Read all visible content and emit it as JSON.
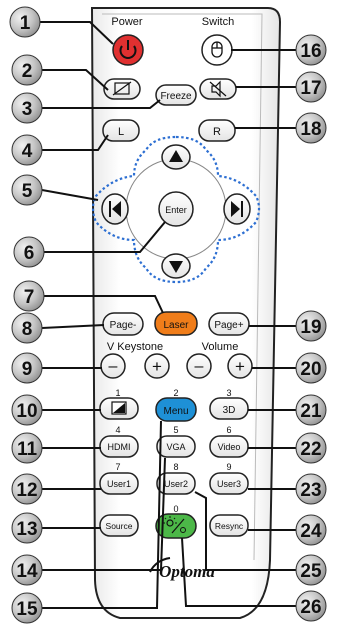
{
  "labels": {
    "power": "Power",
    "switch": "Switch",
    "vkeystone": "V Keystone",
    "volume": "Volume",
    "brand": "Optoma"
  },
  "buttons": {
    "freeze": "Freeze",
    "left": "L",
    "right": "R",
    "enter": "Enter",
    "page_down": "Page-",
    "laser": "Laser",
    "page_up": "Page+",
    "vk_minus": "–",
    "vk_plus": "+",
    "vol_minus": "–",
    "vol_plus": "+",
    "menu": "Menu",
    "three_d": "3D",
    "hdmi": "HDMI",
    "vga": "VGA",
    "video": "Video",
    "user1": "User1",
    "user2": "User2",
    "user3": "User3",
    "source": "Source",
    "resync": "Resync"
  },
  "keypad_numbers": [
    "1",
    "2",
    "3",
    "4",
    "5",
    "6",
    "7",
    "8",
    "9",
    "0"
  ],
  "callouts": [
    "1",
    "2",
    "3",
    "4",
    "5",
    "6",
    "7",
    "8",
    "9",
    "10",
    "11",
    "12",
    "13",
    "14",
    "15",
    "16",
    "17",
    "18",
    "19",
    "20",
    "21",
    "22",
    "23",
    "24",
    "25",
    "26"
  ],
  "colors": {
    "power_red": "#e03030",
    "laser_orange": "#f07d1a",
    "menu_blue": "#1e90d6",
    "green_button": "#4cb848",
    "dpad_dots": "#2d6fd2",
    "callout_fill": "#8a8a8a"
  }
}
